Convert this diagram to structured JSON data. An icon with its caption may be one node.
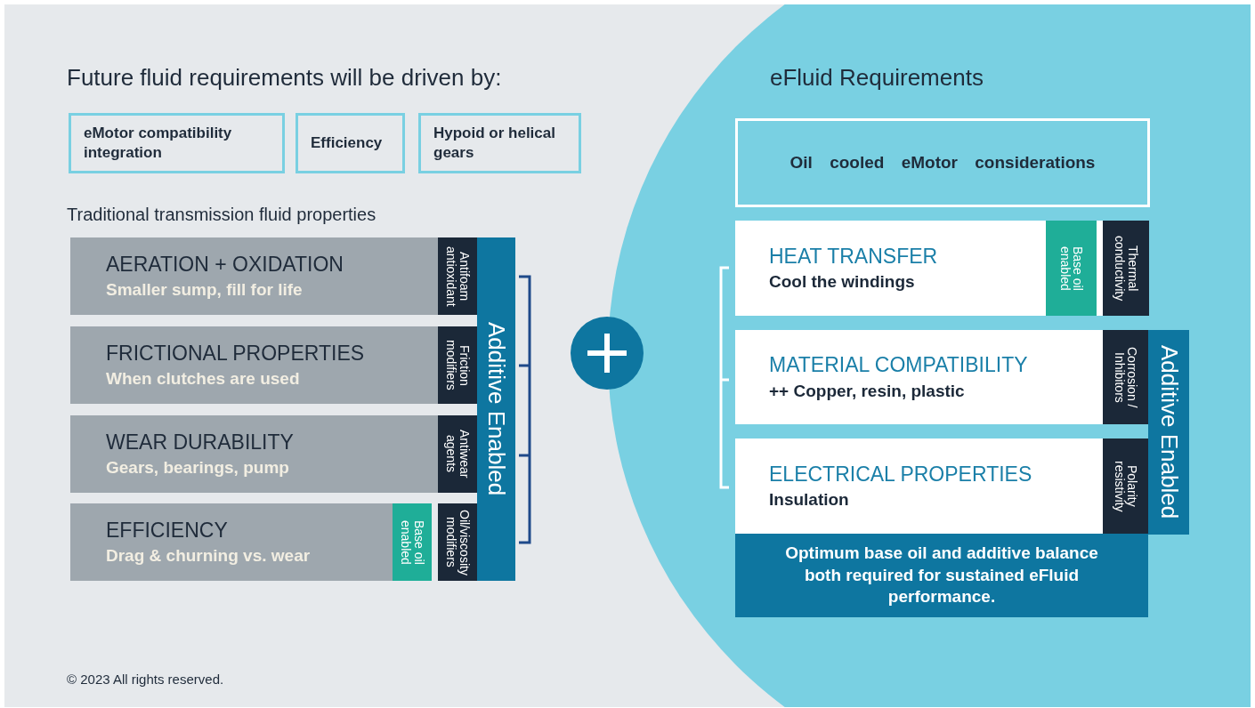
{
  "diagram": {
    "nodes": [
      {
        "text": [
          "eMotor compatibility integration"
        ]
      },
      {
        "text": [
          "Efficiency"
        ]
      },
      {
        "text": [
          "Hypoid or helical gears"
        ]
      },
      {
        "text": [
          "AERATION + OXIDATION",
          "Smaller sump, fill for life"
        ]
      },
      {
        "text": [
          "Antifoam antioxidant"
        ]
      },
      {
        "text": [
          "FRICTIONAL PROPERTIES",
          "When clutches are used"
        ]
      },
      {
        "text": [
          "Friction modifiers"
        ]
      },
      {
        "text": [
          "WEAR DURABILITY",
          "Gears, bearings, pump"
        ]
      },
      {
        "text": [
          "Antiwear agents"
        ]
      },
      {
        "text": [
          "EFFICIENCY",
          "Drag & churning vs. wear"
        ]
      },
      {
        "text": [
          "Base oil enabled"
        ],
        "in": 9
      },
      {
        "text": [
          "Oil/viscosity modifiers"
        ]
      },
      {
        "text": [
          "Additive Enabled"
        ]
      },
      {
        "text": [
          "Oil cooled eMotor considerations"
        ]
      },
      {
        "text": [
          "HEAT TRANSFER",
          "Cool the windings"
        ]
      },
      {
        "text": [
          "Base oil enabled"
        ],
        "in": 14
      },
      {
        "text": [
          "Thermal conductivity"
        ]
      },
      {
        "text": [
          "MATERIAL COMPATIBILITY",
          "++ Copper, resin, plastic"
        ]
      },
      {
        "text": [
          "Corrosion / Inhibitors"
        ]
      },
      {
        "text": [
          "ELECTRICAL PROPERTIES",
          "Insulation"
        ]
      },
      {
        "text": [
          "Polarity resistivity"
        ]
      },
      {
        "text": [
          "Additive Enabled"
        ]
      },
      {
        "text": [
          "Optimum base oil and additive balance both required for sustained eFluid performance."
        ]
      }
    ],
    "labels": [
      "Future fluid requirements will be driven by:",
      "Traditional transmission fluid properties",
      "eFluid Requirements",
      "© 2023 All rights reserved."
    ]
  }
}
